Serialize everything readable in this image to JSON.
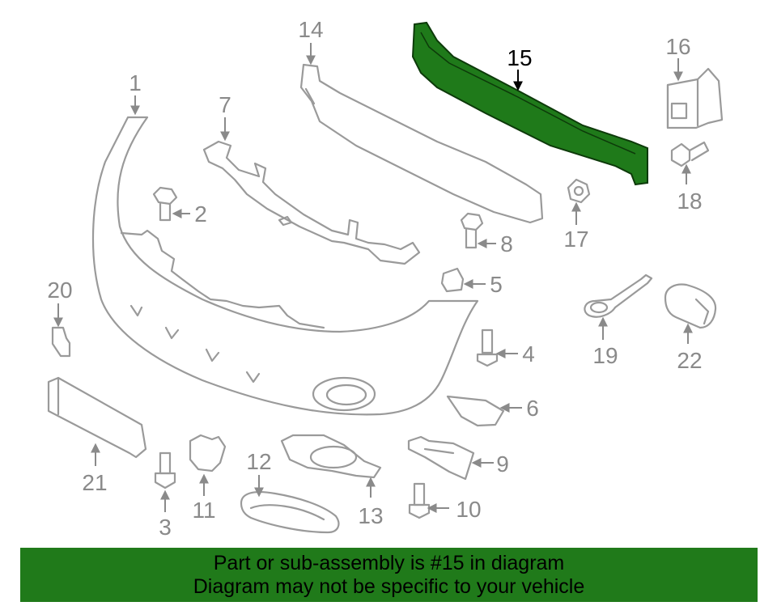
{
  "highlight_color": "#1f7a1a",
  "banner_color": "#207a1a",
  "callouts": [
    "1",
    "2",
    "3",
    "4",
    "5",
    "6",
    "7",
    "8",
    "9",
    "10",
    "11",
    "12",
    "13",
    "14",
    "15",
    "16",
    "17",
    "18",
    "19",
    "20",
    "21",
    "22"
  ],
  "banner": {
    "line1": "Part or sub-assembly is #15 in diagram",
    "line2": "Diagram may not be specific to your vehicle"
  }
}
